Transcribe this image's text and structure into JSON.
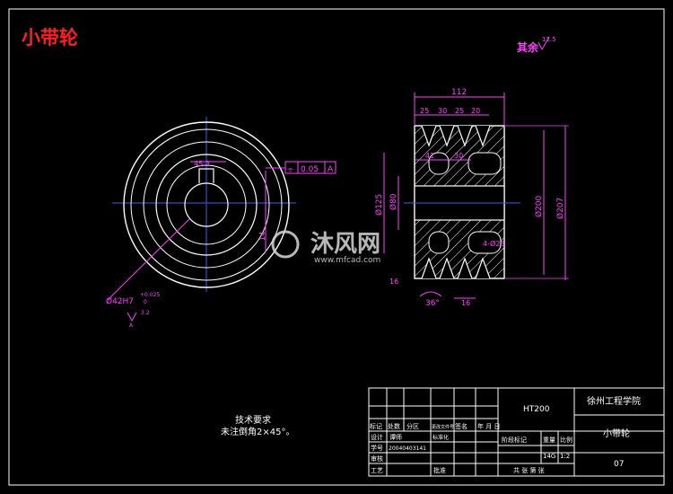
{
  "drawing_title": "小带轮",
  "roughness_note": {
    "label": "其余",
    "value": "12.5"
  },
  "tech_req": {
    "title": "技术要求",
    "line1": "未注倒角2×45°。"
  },
  "front_view": {
    "flatness": {
      "symbol": "⌯",
      "value": "0.05",
      "datum": "A"
    },
    "dim_keyway": "45.3",
    "dim_hub": "14",
    "bore_dim": "Ø42H7",
    "bore_tol_upper": "+0.025",
    "bore_tol_lower": "0",
    "datum_letter": "A",
    "roughness_small": "3.2"
  },
  "section_view": {
    "dim_total": "112",
    "groove_pitches": [
      "25",
      "30",
      "25",
      "20"
    ],
    "dim_inner_a": "41",
    "dim_inner_b": "30",
    "dim_d125": "Ø125",
    "dim_d80": "Ø80",
    "dim_d200": "Ø200",
    "dim_d207": "Ø207",
    "dim_angle": "36°",
    "dim_left_bottom": "16",
    "dim_groove_bottom": "16",
    "dim_hole": "4-Ø25"
  },
  "title_block": {
    "material": "HT200",
    "school": "徐州工程学院",
    "part_name": "小带轮",
    "drawing_no": "07",
    "row_labels": {
      "mark": "标记",
      "count": "处数",
      "zone": "分区",
      "doc_no": "更改文件号",
      "sign": "签名",
      "date": "年 月 日",
      "design": "设计",
      "designer": "谭师",
      "standard": "标准化",
      "student_no_label": "学号",
      "student_no": "20040403141",
      "review": "审核",
      "process": "工艺",
      "approve": "批准"
    },
    "stage_label": "阶段标记",
    "weight_label": "重量",
    "scale_label": "比例",
    "weight": "14G",
    "scale": "1:2",
    "sheet_info": "共 张 第 张"
  },
  "watermark": {
    "brand": "沐风网",
    "url": "www.mfcad.com"
  }
}
